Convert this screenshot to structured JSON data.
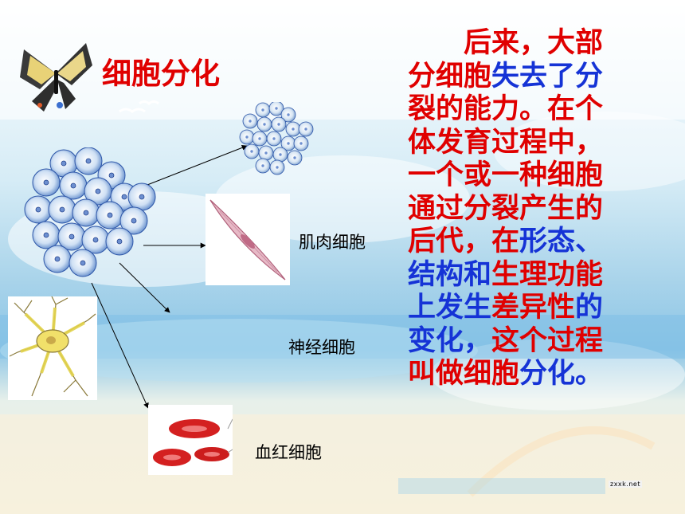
{
  "title": "细胞分化",
  "labels": {
    "muscle": "肌肉细胞",
    "nerve": "神经细胞",
    "blood": "血红细胞"
  },
  "description": [
    {
      "text": "后来，大部",
      "color": "red"
    },
    {
      "text": "分细胞",
      "color": "red"
    },
    {
      "text": "失去了分",
      "color": "blue"
    },
    {
      "text": "裂",
      "color": "red"
    },
    {
      "text": "的能力。在个体发育过程中，一个或一种细胞通过分裂产生的后代，在",
      "color": "red"
    },
    {
      "text": "形态、结构和",
      "color": "blue"
    },
    {
      "text": "生理功能",
      "color": "red"
    },
    {
      "text": "上发生",
      "color": "blue"
    },
    {
      "text": "差异性",
      "color": "red"
    },
    {
      "text": "的变化，",
      "color": "blue"
    },
    {
      "text": "这个过程叫做细胞",
      "color": "red"
    },
    {
      "text": "分化。",
      "color": "blue"
    }
  ],
  "watermark": "zxxk.net",
  "colors": {
    "red": "#e00000",
    "blue": "#1533d6"
  }
}
